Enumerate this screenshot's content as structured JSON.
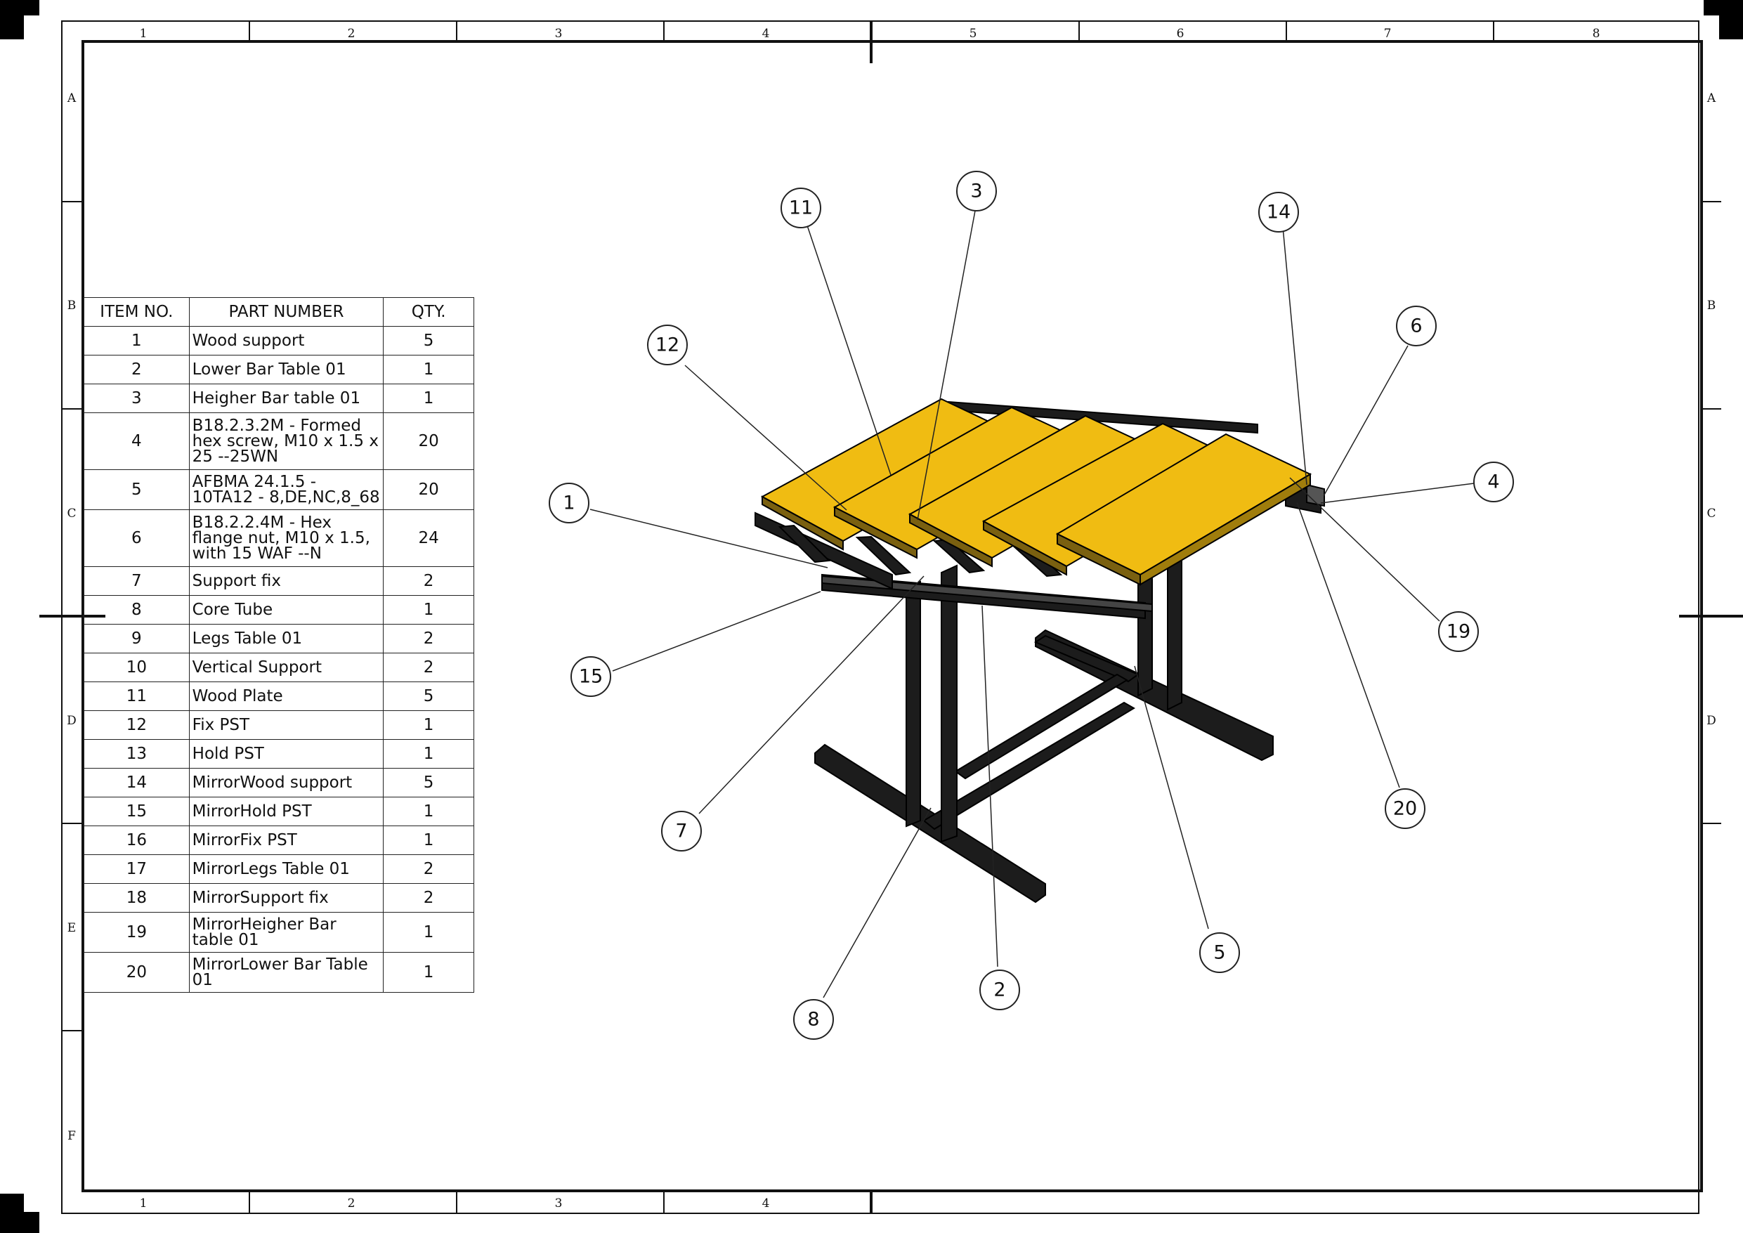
{
  "sheet": {
    "zones_top": [
      "1",
      "2",
      "3",
      "4",
      "5",
      "6",
      "7",
      "8"
    ],
    "zones_bottom": [
      "1",
      "2",
      "3",
      "4"
    ],
    "zones_left": [
      "A",
      "B",
      "C",
      "D",
      "E",
      "F"
    ],
    "zones_right": [
      "A",
      "B",
      "C",
      "D"
    ]
  },
  "bom": {
    "headers": [
      "ITEM NO.",
      "PART NUMBER",
      "QTY."
    ],
    "rows": [
      {
        "item": "1",
        "part": "Wood support",
        "qty": "5"
      },
      {
        "item": "2",
        "part": "Lower Bar Table 01",
        "qty": "1"
      },
      {
        "item": "3",
        "part": "Heigher Bar table 01",
        "qty": "1"
      },
      {
        "item": "4",
        "part": "B18.2.3.2M - Formed hex screw, M10 x 1.5 x 25 --25WN",
        "qty": "20"
      },
      {
        "item": "5",
        "part": "AFBMA 24.1.5 - 10TA12 - 8,DE,NC,8_68",
        "qty": "20"
      },
      {
        "item": "6",
        "part": "B18.2.2.4M - Hex flange nut, M10 x 1.5, with 15 WAF --N",
        "qty": "24"
      },
      {
        "item": "7",
        "part": "Support fix",
        "qty": "2"
      },
      {
        "item": "8",
        "part": "Core Tube",
        "qty": "1"
      },
      {
        "item": "9",
        "part": "Legs Table 01",
        "qty": "2"
      },
      {
        "item": "10",
        "part": "Vertical Support",
        "qty": "2"
      },
      {
        "item": "11",
        "part": "Wood Plate",
        "qty": "5"
      },
      {
        "item": "12",
        "part": "Fix PST",
        "qty": "1"
      },
      {
        "item": "13",
        "part": "Hold PST",
        "qty": "1"
      },
      {
        "item": "14",
        "part": "MirrorWood support",
        "qty": "5"
      },
      {
        "item": "15",
        "part": "MirrorHold PST",
        "qty": "1"
      },
      {
        "item": "16",
        "part": "MirrorFix PST",
        "qty": "1"
      },
      {
        "item": "17",
        "part": "MirrorLegs Table 01",
        "qty": "2"
      },
      {
        "item": "18",
        "part": "MirrorSupport fix",
        "qty": "2"
      },
      {
        "item": "19",
        "part": "MirrorHeigher Bar table 01",
        "qty": "1"
      },
      {
        "item": "20",
        "part": "MirrorLower Bar Table 01",
        "qty": "1"
      }
    ]
  },
  "balloons": [
    "11",
    "3",
    "14",
    "12",
    "6",
    "1",
    "4",
    "15",
    "19",
    "7",
    "20",
    "5",
    "2",
    "8"
  ],
  "colors": {
    "wood": "#f0bc12",
    "steel": "#1c1c1c",
    "line": "#111111"
  }
}
